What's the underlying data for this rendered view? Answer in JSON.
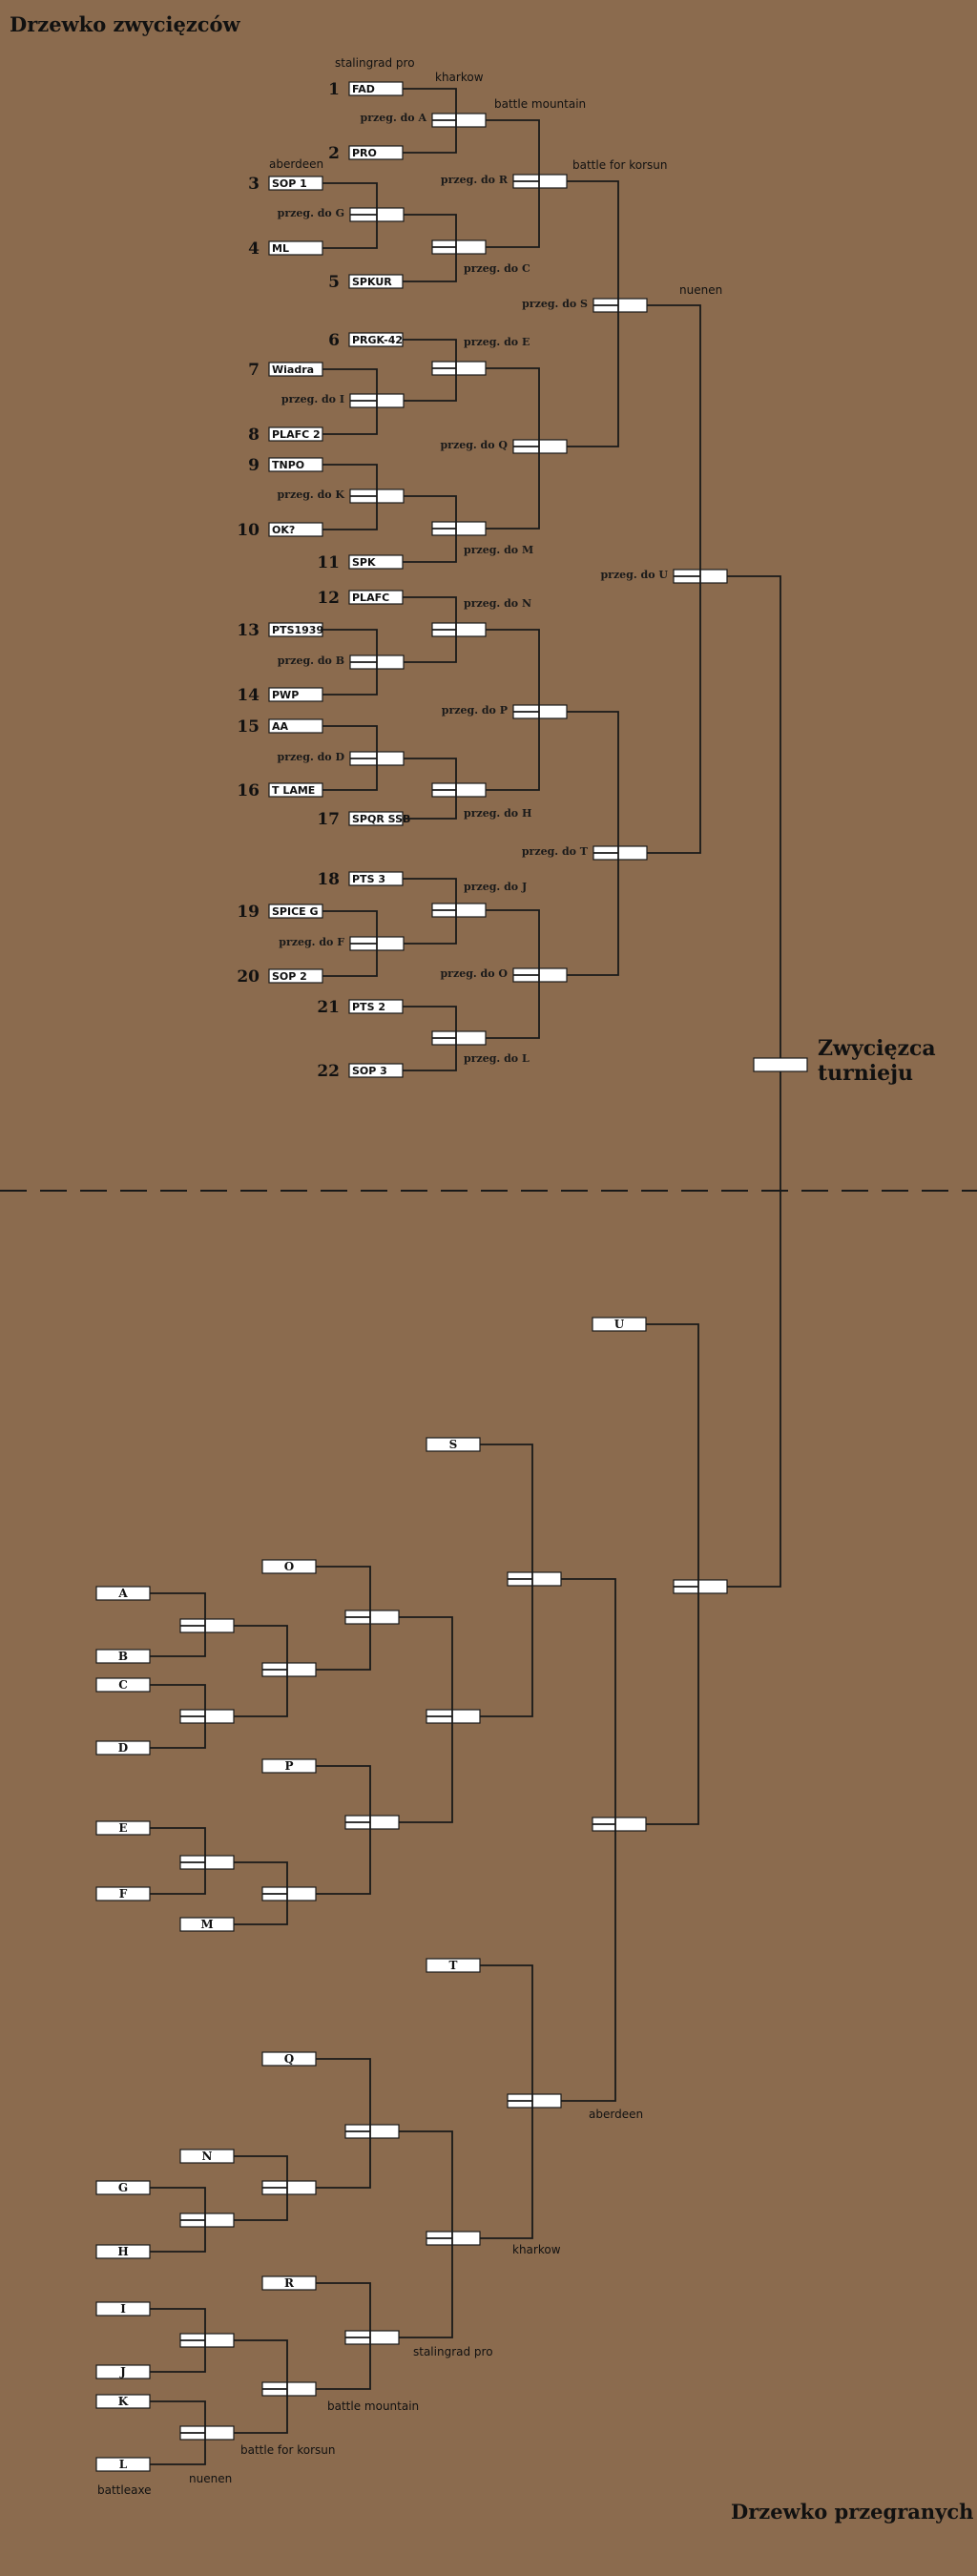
{
  "titles": {
    "winners": "Drzewko zwycięzców",
    "losers": "Drzewko przegranych",
    "champion_line1": "Zwycięzca",
    "champion_line2": "turnieju"
  },
  "teams": [
    {
      "seed": "1",
      "name": "FAD"
    },
    {
      "seed": "2",
      "name": "PRO"
    },
    {
      "seed": "3",
      "name": "SOP 1"
    },
    {
      "seed": "4",
      "name": "ML"
    },
    {
      "seed": "5",
      "name": "SPKUR"
    },
    {
      "seed": "6",
      "name": "PRGK-42"
    },
    {
      "seed": "7",
      "name": "Wiadra"
    },
    {
      "seed": "8",
      "name": "PLAFC 2"
    },
    {
      "seed": "9",
      "name": "TNPO"
    },
    {
      "seed": "10",
      "name": "OK?"
    },
    {
      "seed": "11",
      "name": "SPK"
    },
    {
      "seed": "12",
      "name": "PLAFC"
    },
    {
      "seed": "13",
      "name": "PTS1939"
    },
    {
      "seed": "14",
      "name": "PWP"
    },
    {
      "seed": "15",
      "name": "AA"
    },
    {
      "seed": "16",
      "name": "T LAME"
    },
    {
      "seed": "17",
      "name": "SPQR SSB"
    },
    {
      "seed": "18",
      "name": "PTS 3"
    },
    {
      "seed": "19",
      "name": "SPICE G"
    },
    {
      "seed": "20",
      "name": "SOP 2"
    },
    {
      "seed": "21",
      "name": "PTS 2"
    },
    {
      "seed": "22",
      "name": "SOP 3"
    }
  ],
  "winners_labels": {
    "A": "przeg. do A",
    "B": "przeg. do B",
    "C": "przeg. do C",
    "D": "przeg. do D",
    "E": "przeg. do E",
    "F": "przeg. do F",
    "G": "przeg. do G",
    "H": "przeg. do H",
    "I": "przeg. do I",
    "J": "przeg. do J",
    "K": "przeg. do K",
    "L": "przeg. do L",
    "M": "przeg. do M",
    "N": "przeg. do N",
    "O": "przeg. do O",
    "P": "przeg. do P",
    "Q": "przeg. do Q",
    "R": "przeg. do R",
    "S": "przeg. do S",
    "T": "przeg. do T",
    "U": "przeg. do U"
  },
  "winners_maps": {
    "stalingrad": "stalingrad pro",
    "kharkow": "kharkow",
    "battle_mountain": "battle mountain",
    "battle_for_korsun": "battle for korsun",
    "aberdeen": "aberdeen",
    "nuenen": "nuenen"
  },
  "losers_letters": [
    "U",
    "S",
    "O",
    "A",
    "B",
    "C",
    "D",
    "P",
    "E",
    "F",
    "M",
    "T",
    "Q",
    "N",
    "G",
    "H",
    "R",
    "I",
    "J",
    "K",
    "L"
  ],
  "losers_maps": {
    "aberdeen": "aberdeen",
    "kharkow": "kharkow",
    "stalingrad": "stalingrad pro",
    "battle_mountain": "battle mountain",
    "battle_for_korsun": "battle for korsun",
    "nuenen": "nuenen",
    "battleaxe": "battleaxe"
  }
}
